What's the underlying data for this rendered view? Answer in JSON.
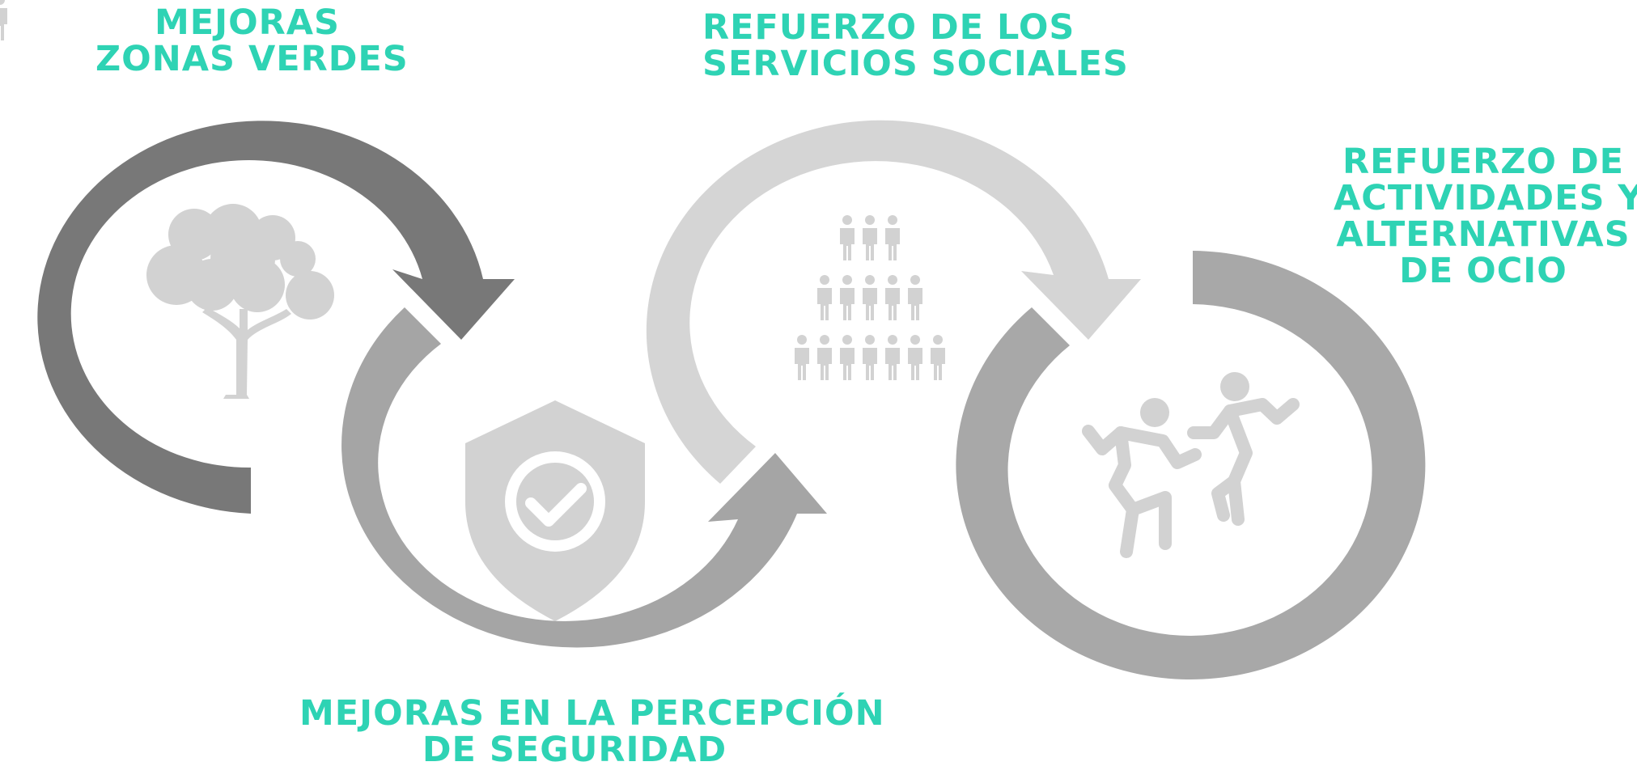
{
  "colors": {
    "accent_text": "#2ed3b4",
    "arrow_dark": "#787878",
    "arrow_mid": "#a5a5a5",
    "arrow_light": "#d5d5d5",
    "arrow_right": "#a8a8a8",
    "icon_gray": "#d2d2d2"
  },
  "labels": {
    "zonas_verdes": {
      "line1": "MEJORAS",
      "line2": "ZONAS VERDES"
    },
    "servicios_sociales": {
      "line1": "REFUERZO DE LOS",
      "line2": "SERVICIOS SOCIALES"
    },
    "actividades_ocio": {
      "line1": "REFUERZO DE",
      "line2": "ACTIVIDADES Y",
      "line3": "ALTERNATIVAS",
      "line4": "DE OCIO"
    },
    "seguridad": {
      "line1": "MEJORAS EN LA PERCEPCIÓN",
      "line2": "DE SEGURIDAD"
    }
  },
  "icons": {
    "step1": "tree-icon",
    "step2": "shield-check-icon",
    "step3": "people-pyramid-icon",
    "step4": "people-playing-icon"
  }
}
